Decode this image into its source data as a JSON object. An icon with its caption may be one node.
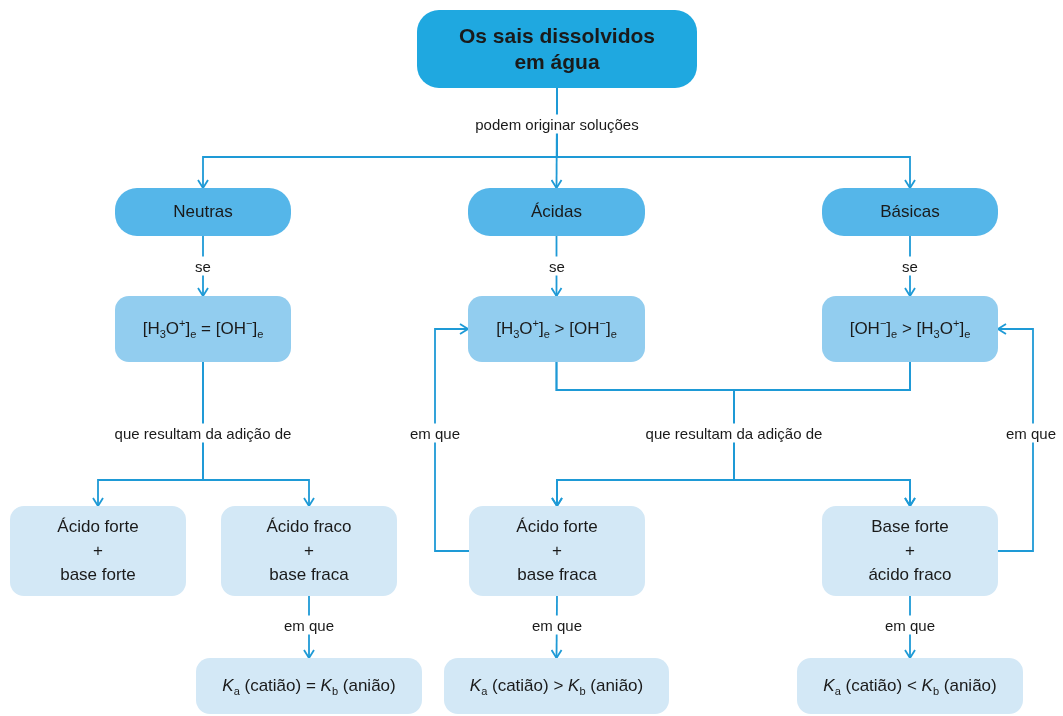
{
  "diagram": {
    "nodes": [
      {
        "text": [
          "Os sais dissolvidos em água"
        ]
      },
      {
        "text": [
          "Neutras"
        ]
      },
      {
        "text": [
          "Ácidas"
        ]
      },
      {
        "text": [
          "Básicas"
        ]
      },
      {
        "text": [
          "[H$_{3}$O$^{+}$]$_{e}$ = [OH$^{−}$]$_{e}$"
        ]
      },
      {
        "text": [
          "[H$_{3}$O$^{+}$]$_{e}$ > [OH$^{−}$]$_{e}$"
        ]
      },
      {
        "text": [
          "[OH$^{−}$]$_{e}$ > [H$_{3}$O$^{+}$]$_{e}$"
        ]
      },
      {
        "text": [
          "Ácido forte",
          "+",
          "base forte"
        ]
      },
      {
        "text": [
          "Ácido fraco",
          "+",
          "base fraca"
        ]
      },
      {
        "text": [
          "Ácido forte",
          "+",
          "base fraca"
        ]
      },
      {
        "text": [
          "Base forte",
          "+",
          "ácido fraco"
        ]
      },
      {
        "text": [
          "*K*$_{a}$ (catião) = *K*$_{b}$ (anião)"
        ]
      },
      {
        "text": [
          "*K*$_{a}$ (catião) > *K*$_{b}$ (anião)"
        ]
      },
      {
        "text": [
          "*K*$_{a}$ (catião) < *K*$_{b}$ (anião)"
        ]
      }
    ],
    "edges": [
      {
        "from": 0,
        "to": 1,
        "arrow": "to"
      },
      {
        "from": 0,
        "to": 2,
        "arrow": "to",
        "label": "podem originar soluções"
      },
      {
        "from": 0,
        "to": 3,
        "arrow": "to"
      },
      {
        "from": 1,
        "to": 4,
        "arrow": "to",
        "label": "se"
      },
      {
        "from": 2,
        "to": 5,
        "arrow": "to",
        "label": "se"
      },
      {
        "from": 3,
        "to": 6,
        "arrow": "to",
        "label": "se"
      },
      {
        "from": 4,
        "to": 7,
        "arrow": "to",
        "label": "que resultam da adição de"
      },
      {
        "from": 4,
        "to": 8,
        "arrow": "to"
      },
      {
        "from": 5,
        "to": 9,
        "arrow": "to",
        "label": "que resultam da adição de"
      },
      {
        "from": 5,
        "to": 10,
        "arrow": "to"
      },
      {
        "from": 6,
        "to": 9,
        "arrow": "to"
      },
      {
        "from": 6,
        "to": 10,
        "arrow": "to"
      },
      {
        "from": 9,
        "to": 5,
        "arrow": "to",
        "label": "em que"
      },
      {
        "from": 10,
        "to": 6,
        "arrow": "to",
        "label": "em que"
      },
      {
        "from": 8,
        "to": 11,
        "arrow": "to",
        "label": "em que"
      },
      {
        "from": 9,
        "to": 12,
        "arrow": "to",
        "label": "em que"
      },
      {
        "from": 10,
        "to": 13,
        "arrow": "to",
        "label": "em que"
      }
    ]
  }
}
